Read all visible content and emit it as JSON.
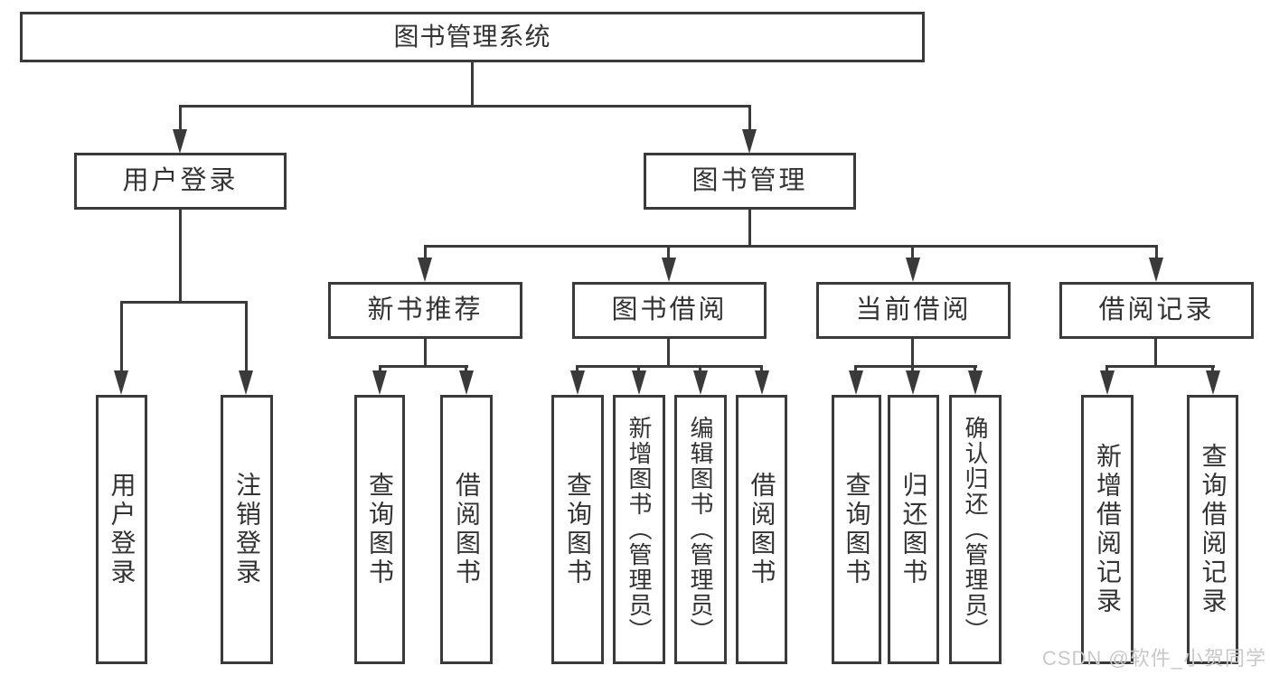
{
  "diagram": {
    "title": "图书管理系统",
    "level2": {
      "user_login": "用户登录",
      "book_mgmt": "图书管理"
    },
    "level3": {
      "new_books": "新书推荐",
      "book_borrow": "图书借阅",
      "current_borrow": "当前借阅",
      "borrow_records": "借阅记录"
    },
    "leaves": [
      {
        "label": "用户登录"
      },
      {
        "label": "注销登录"
      },
      {
        "label": "查询图书"
      },
      {
        "label": "借阅图书"
      },
      {
        "label": "查询图书"
      },
      {
        "label": "新增图书（管理员）"
      },
      {
        "label": "编辑图书（管理员）"
      },
      {
        "label": "借阅图书"
      },
      {
        "label": "查询图书"
      },
      {
        "label": "归还图书"
      },
      {
        "label": "确认归还（管理员）"
      },
      {
        "label": "新增借阅记录"
      },
      {
        "label": "查询借阅记录"
      }
    ],
    "watermark": "CSDN @软件_小贺同学",
    "colors": {
      "line": "#3a3a3a",
      "text": "#333333",
      "background": "#ffffff",
      "watermark": "#c9c9c9"
    }
  }
}
